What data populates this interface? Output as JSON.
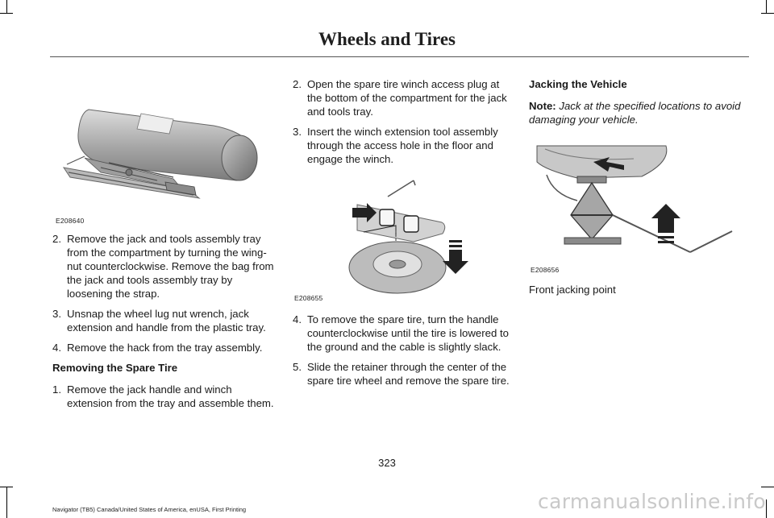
{
  "header": {
    "title": "Wheels and Tires"
  },
  "left": {
    "figure_code": "E208640",
    "steps_a": [
      {
        "num": "2.",
        "text": "Remove the jack and tools assembly tray from the compartment by turning the wing-nut counterclockwise. Remove the bag from the jack and tools assembly tray by loosening the strap."
      },
      {
        "num": "3.",
        "text": "Unsnap the wheel lug nut wrench, jack extension and handle from the plastic tray."
      },
      {
        "num": "4.",
        "text": "Remove the hack from the tray assembly."
      }
    ],
    "subheading": "Removing the Spare Tire",
    "steps_b": [
      {
        "num": "1.",
        "text": "Remove the jack handle and winch extension from the tray and assemble them."
      }
    ]
  },
  "middle": {
    "steps_a": [
      {
        "num": "2.",
        "text": "Open the spare tire winch access plug at the bottom of the compartment for the jack and tools tray."
      },
      {
        "num": "3.",
        "text": "Insert the winch extension tool assembly through the access hole in the floor and engage the winch."
      }
    ],
    "figure_code": "E208655",
    "steps_b": [
      {
        "num": "4.",
        "text": "To remove the spare tire, turn the handle counterclockwise until the tire is lowered to the ground and the cable is slightly slack."
      },
      {
        "num": "5.",
        "text": "Slide the retainer through the center of the spare tire wheel and remove the spare tire."
      }
    ]
  },
  "right": {
    "subheading": "Jacking the Vehicle",
    "note_label": "Note:",
    "note_text": "Jack at the specified locations to avoid damaging your vehicle.",
    "figure_code": "E208656",
    "caption": "Front jacking point"
  },
  "footer": {
    "page_number": "323",
    "doc_info": "Navigator (TB5) Canada/United States of America, enUSA, First Printing",
    "watermark": "carmanualsonline.info"
  }
}
